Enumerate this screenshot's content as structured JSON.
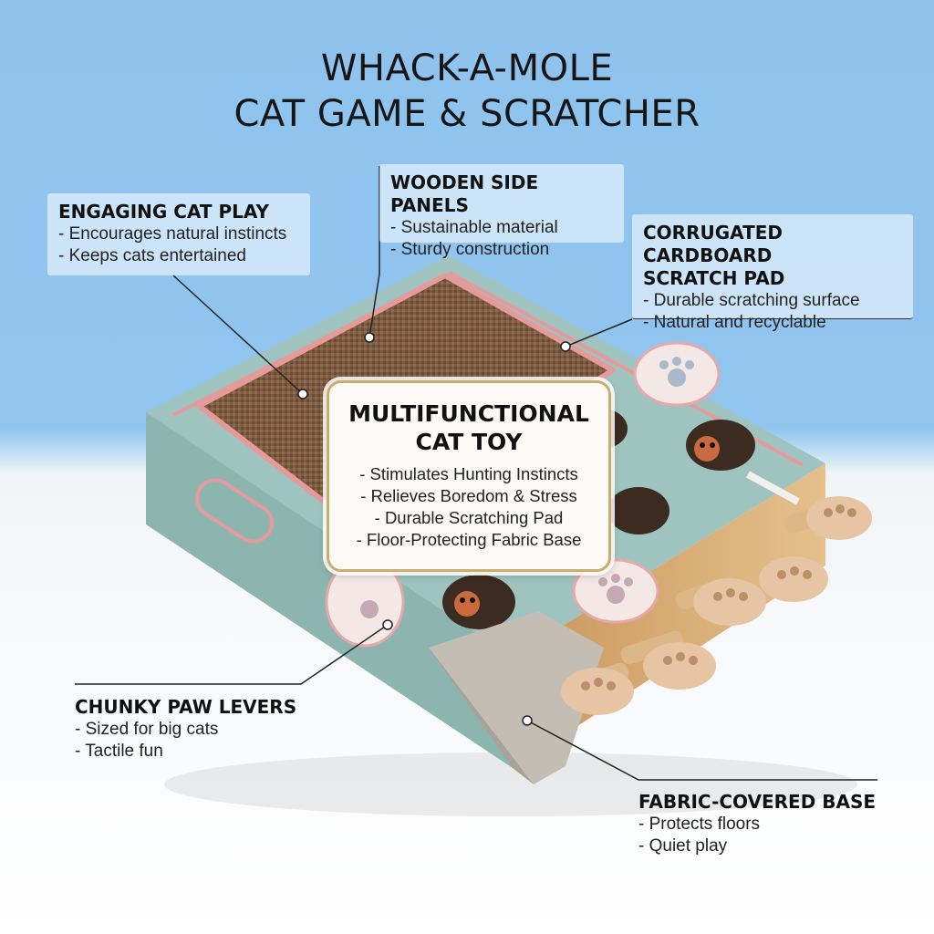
{
  "title": {
    "line1": "WHACK-A-MOLE",
    "line2": "CAT GAME & SCRATCHER"
  },
  "callouts": {
    "engaging": {
      "heading": "ENGAGING CAT PLAY",
      "lines": [
        "- Encourages natural instincts",
        "- Keeps cats entertained"
      ]
    },
    "wooden": {
      "heading": "WOODEN SIDE PANELS",
      "lines": [
        "- Sustainable material",
        "- Sturdy construction"
      ]
    },
    "cardboard": {
      "heading1": "CORRUGATED CARDBOARD",
      "heading2": "SCRATCH PAD",
      "lines": [
        "- Durable scratching surface",
        "- Natural and recyclable"
      ]
    },
    "center": {
      "heading1": "MULTIFUNCTIONAL",
      "heading2": "CAT TOY",
      "lines": [
        "- Stimulates Hunting Instincts",
        "- Relieves Boredom & Stress",
        "- Durable Scratching Pad",
        "- Floor-Protecting Fabric Base"
      ]
    },
    "paw": {
      "heading": "CHUNKY PAW LEVERS",
      "lines": [
        "- Sized for big cats",
        "- Tactile fun"
      ]
    },
    "fabric": {
      "heading": "FABRIC-COVERED BASE",
      "lines": [
        "- Protects floors",
        "- Quiet play"
      ]
    }
  },
  "colors": {
    "sky": "#8fc3ee",
    "box_top": "#9fc5c1",
    "box_side": "#8fb8b3",
    "accent_pink": "#e59a9c",
    "cardboard": "#7a5a40",
    "wood": "#d9b07c",
    "paw": "#e6c4a4",
    "fabric": "#b8b2a8",
    "gold_border": "#c9ad6a"
  }
}
